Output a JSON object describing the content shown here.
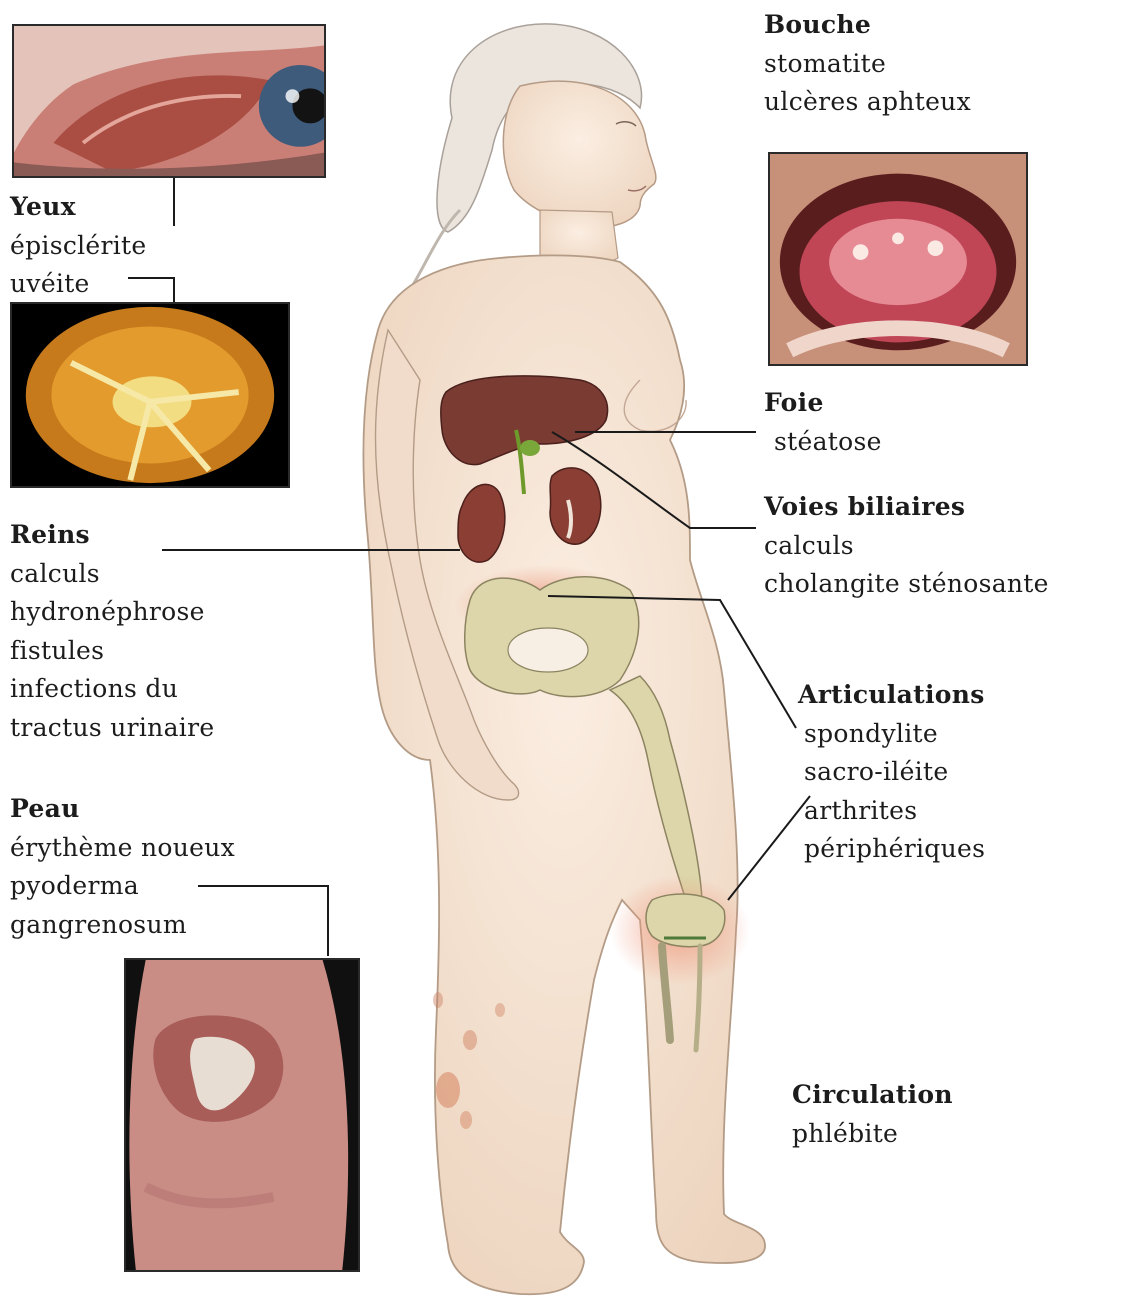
{
  "groups": {
    "bouche": {
      "title": "Bouche",
      "items": [
        "stomatite",
        "ulcères aphteux"
      ]
    },
    "yeux": {
      "title": "Yeux",
      "items": [
        "épisclérite",
        "uvéite"
      ]
    },
    "foie": {
      "title": "Foie",
      "items": [
        "stéatose"
      ]
    },
    "voies": {
      "title": "Voies biliaires",
      "items": [
        "calculs",
        "cholangite sténosante"
      ]
    },
    "reins": {
      "title": "Reins",
      "items": [
        "calculs",
        "hydronéphrose",
        "fistules",
        "infections du",
        "tractus urinaire"
      ]
    },
    "articulations": {
      "title": "Articulations",
      "items": [
        "spondylite",
        "sacro-iléite",
        "arthrites",
        "périphériques"
      ]
    },
    "peau": {
      "title": "Peau",
      "items": [
        "érythème noueux",
        "pyoderma",
        "gangrenosum"
      ]
    },
    "circulation": {
      "title": "Circulation",
      "items": [
        "phlébite"
      ]
    }
  },
  "photos": {
    "eye": "eye-episcleritis-photo",
    "fundus": "fundus-uveitis-photo",
    "mouth": "mouth-aphthous-ulcers-photo",
    "skin": "skin-pyoderma-photo"
  },
  "colors": {
    "skin": "#f4e2d2",
    "liver": "#7a3b33",
    "kidney": "#8a3e34",
    "bone": "#d9d3a8",
    "inflammation": "#e7a082",
    "leader_line": "#1a1a1a"
  }
}
